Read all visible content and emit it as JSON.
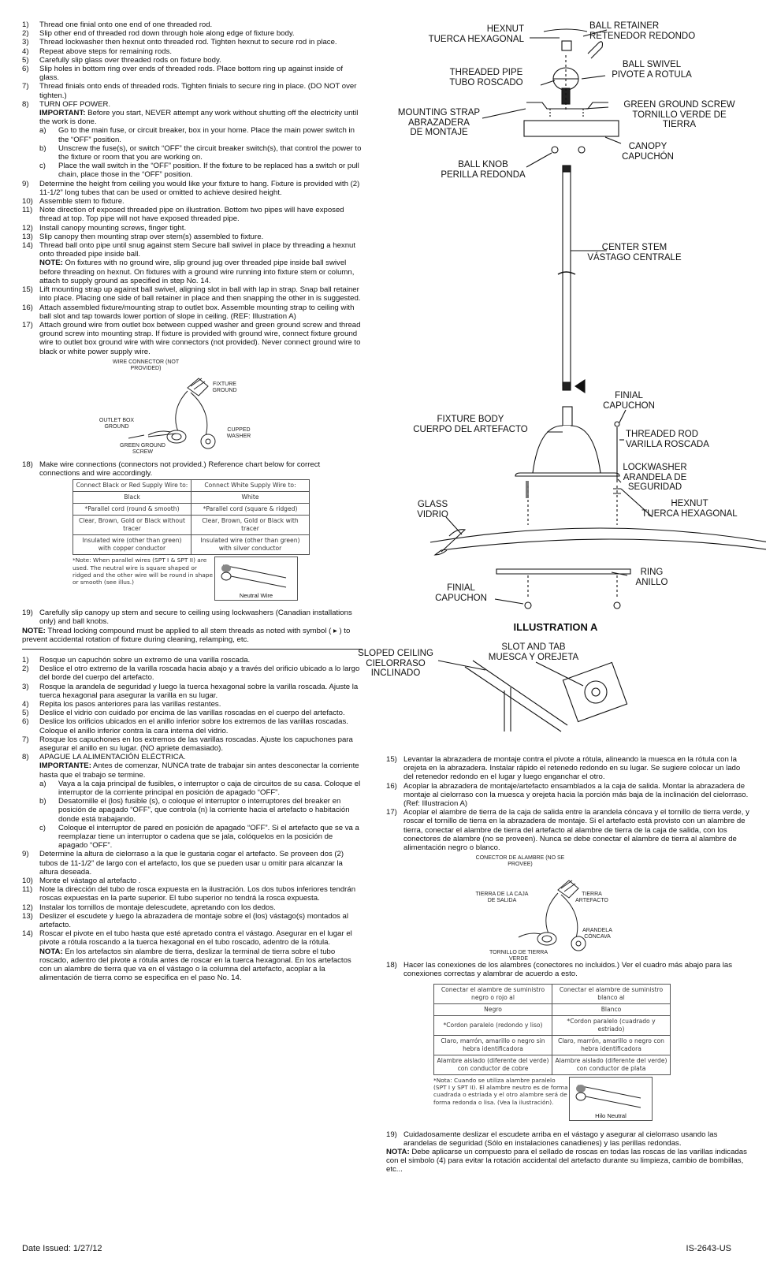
{
  "instructions_en": [
    {
      "n": "1)",
      "text": "Thread one finial onto one end of one threaded rod."
    },
    {
      "n": "2)",
      "text": "Slip other end of threaded rod down through hole along edge of fixture body."
    },
    {
      "n": "3)",
      "text": "Thread lockwasher then hexnut onto threaded rod. Tighten hexnut to secure rod in place."
    },
    {
      "n": "4)",
      "text": "Repeat above steps for remaining rods."
    },
    {
      "n": "5)",
      "text": "Carefully slip glass over threaded rods on fixture body."
    },
    {
      "n": "6)",
      "text": "Slip holes in bottom ring over ends of threaded rods. Place bottom ring up against inside of glass."
    },
    {
      "n": "7)",
      "text": "Thread finials onto ends of threaded rods. Tighten finials to secure ring in place. (DO NOT over tighten.)"
    },
    {
      "n": "8)",
      "text": "TURN OFF POWER.",
      "label": "IMPORTANT:",
      "note": " Before you start, NEVER attempt any work without shutting off the electricity until the work is done.",
      "sub": [
        {
          "n": "a)",
          "text": "Go to the main fuse, or circuit breaker, box in your home. Place the main power switch in the “OFF” position."
        },
        {
          "n": "b)",
          "text": "Unscrew the fuse(s), or switch “OFF” the circuit breaker switch(s), that control the power to the fixture or room that you are working on."
        },
        {
          "n": "c)",
          "text": "Place the wall switch in the “OFF” position. If the fixture to be replaced has a switch or pull chain, place those in the “OFF” position."
        }
      ]
    },
    {
      "n": "9)",
      "text": "Determine the height from ceiling you would like your fixture to hang. Fixture is provided with (2) 11-1/2” long tubes that can be used or omitted to achieve desired height."
    },
    {
      "n": "10)",
      "text": "Assemble stem to fixture."
    },
    {
      "n": "11)",
      "text": "Note direction of exposed threaded pipe on illustration. Bottom two pipes will have exposed thread at top. Top pipe will not have exposed threaded pipe."
    },
    {
      "n": "12)",
      "text": "Install canopy mounting screws, finger tight."
    },
    {
      "n": "13)",
      "text": "Slip canopy then mounting strap over stem(s) assembled to fixture."
    },
    {
      "n": "14)",
      "text": "Thread ball onto pipe until snug against stem Secure ball swivel in place by threading a hexnut onto threaded pipe inside ball.",
      "label": "NOTE:",
      "note": "  On fixtures with no ground wire, slip ground jug over threaded pipe inside ball swivel before threading on hexnut. On fixtures with a ground wire running into fixture stem or column, attach to supply ground as specified in step No. 14."
    },
    {
      "n": "15)",
      "text": "Lift mounting strap up against ball swivel, aligning slot in ball with lap in strap. Snap ball retainer into place. Placing one side of ball retainer in place and then snapping the other in is suggested."
    },
    {
      "n": "16)",
      "text": "Attach assembled fixture/mounting strap to outlet box. Assemble mounting strap to ceiling with ball slot and tap towards lower portion of slope in ceiling. (REF: Illustration A)"
    },
    {
      "n": "17)",
      "text": "Attach ground wire from outlet box between cupped washer and green ground screw and thread ground screw into mounting strap. If fixture is provided with ground wire, connect fixture ground wire to outlet box ground wire with wire connectors (not provided). Never connect ground wire to black or white power supply wire."
    }
  ],
  "wire_diagram_en": {
    "connector": "WIRE CONNECTOR (NOT PROVIDED)",
    "fixture_ground": "FIXTURE GROUND",
    "outlet_ground": "OUTLET BOX GROUND",
    "cupped_washer": "CUPPED WASHER",
    "green_screw": "GREEN GROUND SCREW"
  },
  "step18_en": {
    "n": "18)",
    "text": "Make wire connections (connectors not provided.) Reference chart below for correct connections and wire accordingly."
  },
  "table_en": {
    "rows": [
      [
        "Connect Black or Red Supply Wire to:",
        "Connect White Supply Wire to:"
      ],
      [
        "Black",
        "White"
      ],
      [
        "*Parallel cord (round & smooth)",
        "*Parallel cord (square & ridged)"
      ],
      [
        "Clear, Brown, Gold or Black without tracer",
        "Clear, Brown, Gold or Black with tracer"
      ],
      [
        "Insulated wire (other than green) with copper conductor",
        "Insulated wire (other than green) with silver conductor"
      ]
    ],
    "note": "*Note: When parallel wires (SPT I & SPT II) are used. The neutral wire is square shaped or ridged and the other wire will be round in shape or smooth (see illus.)",
    "neutral": "Neutral Wire"
  },
  "step19_en": {
    "n": "19)",
    "text": "Carefully slip canopy up stem and secure to ceiling using lockwashers (Canadian installations only) and ball knobs."
  },
  "note_en": {
    "label": "NOTE:",
    "text": " Thread locking compound must be applied to all stem threads as noted with symbol ( ▸ ) to prevent accidental rotation of fixture during cleaning, relamping, etc."
  },
  "instructions_es": [
    {
      "n": "1)",
      "text": "Rosque un capuchón sobre un extremo de una varilla roscada."
    },
    {
      "n": "2)",
      "text": "Deslice el otro extremo de la varilla roscada hacia abajo y a través del orificio ubicado a lo largo del borde del cuerpo del artefacto."
    },
    {
      "n": "3)",
      "text": "Rosque la arandela de seguridad y luego la tuerca hexagonal sobre la varilla roscada. Ajuste la tuerca hexagonal para asegurar la varilla en su lugar."
    },
    {
      "n": "4)",
      "text": "Repita los pasos anteriores para las varillas restantes."
    },
    {
      "n": "5)",
      "text": "Deslice el vidrio con cuidado por encima de las varillas roscadas en el cuerpo del artefacto."
    },
    {
      "n": "6)",
      "text": "Deslice los orificios ubicados en el anillo inferior sobre los extremos  de las varillas roscadas. Coloque el anillo inferior contra la cara interna del vidrio."
    },
    {
      "n": "7)",
      "text": "Rosque los capuchones en los extremos de las varillas roscadas. Ajuste los capuchones para asegurar el anillo en su lugar. (NO apriete demasiado)."
    },
    {
      "n": "8)",
      "text": "APAGUE LA ALIMENTACIÓN ELÉCTRICA.",
      "label": "IMPORTANTE:",
      "note": " Antes de comenzar, NUNCA trate de trabajar sin antes desconectar la corriente hasta que el trabajo se termine.",
      "sub": [
        {
          "n": "a)",
          "text": "Vaya a la caja principal de fusibles, o interruptor o caja de circuitos de su casa. Coloque el interruptor de la corriente principal en posición de apagado “OFF”."
        },
        {
          "n": "b)",
          "text": "Desatornille el (los) fusible (s), o coloque el interruptor o interruptores del breaker en posición de apagado “OFF”, que controla (n) la corriente hacia el artefacto o habitación donde está trabajando."
        },
        {
          "n": "c)",
          "text": "Coloque el interruptor de pared en posición de apagado “OFF”. Si el artefacto que se va a reemplazar tiene un interruptor o cadena que se jala, colóquelos en la posición de apagado “OFF”."
        }
      ]
    },
    {
      "n": "9)",
      "text": "Determine la altura de cielorraso a la que le gustaria cogar el artefacto. Se proveen dos (2) tubos de 11-1/2” de largo con el artefacto, los que se pueden usar u omitir para alcanzar la altura deseada."
    },
    {
      "n": "10)",
      "text": "Monte el vástago al artefacto ."
    },
    {
      "n": "11)",
      "text": "Note la dirección del tubo de rosca expuesta en la ilustración. Los dos tubos inferiores tendrán roscas expuestas en la parte superior. El tubo superior no tendrá la rosca expuesta."
    },
    {
      "n": "12)",
      "text": "Instalar los tornillos de montaje delescudete, apretando con los dedos."
    },
    {
      "n": "13)",
      "text": "Deslizer el escudete y luego la abrazadera de montaje sobre el (los) vástago(s) montados al artefacto."
    },
    {
      "n": "14)",
      "text": "Roscar el pivote en el tubo hasta que esté apretado contra el vástago. Asegurar en el lugar el pivote a rótula roscando a la tuerca hexagonal en el tubo roscado, adentro de la rótula.",
      "label": "NOTA:",
      "note": " En los artefactos sin alambre de tierra, deslizar la terminal de tierra sobre el tubo roscado, adentro del pivote a rótula antes de roscar en la tuerca hexagonal. En los artefactos con un alambre de tierra que va en el vástago o la columna del artefacto, acoplar a la alimentación de tierra como se especifica en el paso No. 14."
    }
  ],
  "instructions_es_right": [
    {
      "n": "15)",
      "text": "Levantar la abrazadera de montaje contra el pivote a rótula, alineando la muesca en la rótula con la orejeta en la abrazadera. Instalar rápido el retenedo redondo en su lugar. Se sugiere colocar un lado del retenedor redondo en el lugar y luego enganchar el otro."
    },
    {
      "n": "16)",
      "text": "Acoplar la abrazadera de montaje/artefacto ensamblados a la caja de salida. Montar la abrazadera de montaje al cielorraso con la muesca y orejeta hacia la porción más baja de la inclinación del cielorraso. (Ref: Illustracion A)"
    },
    {
      "n": "17)",
      "text": "Acoplar el alambre de tierra de la caja de salida entre la arandela cóncava y el tornillo de tierra verde, y roscar el tornillo de tierra en la abrazadera de montaje. Si el artefacto está provisto con un alambre de tierra, conectar el alambre de tierra del artefacto al alambre de tierra de la caja de salida, con los conectores de alambre (no se proveen). Nunca se debe conectar el alambre de tierra al alambre de alimentación negro o blanco."
    }
  ],
  "wire_diagram_es": {
    "connector": "CONECTOR DE ALAMBRE (NO SE PROVEE)",
    "outlet_ground": "TIERRA DE LA CAJA DE SALIDA",
    "fixture_ground": "TIERRA ARTEFACTO",
    "cupped_washer": "ARANDELA CÓNCAVA",
    "green_screw": "TORNILLO DE TIERRA VERDE"
  },
  "step18_es": {
    "n": "18)",
    "text": "Hacer las conexiones de los alambres (conectores no incluidos.) Ver el cuadro más abajo para las conexiones correctas y alambrar de acuerdo a esto."
  },
  "table_es": {
    "rows": [
      [
        "Conectar el alambre de suministro negro o rojo al",
        "Conectar el alambre de suministro blanco al"
      ],
      [
        "Negro",
        "Blanco"
      ],
      [
        "*Cordon paralelo (redondo y liso)",
        "*Cordon paralelo (cuadrado y estriado)"
      ],
      [
        "Claro, marrón, amarillo o negro sin hebra identificadora",
        "Claro, marrón, amarillo o negro con hebra identificadora"
      ],
      [
        "Alambre aislado (diferente del verde) con conductor de cobre",
        "Alambre aislado (diferente del verde) con conductor de plata"
      ]
    ],
    "note": "*Nota: Cuando se utiliza alambre paralelo (SPT I y SPT II). El alambre neutro es de forma cuadrada o estriada y el otro alambre será de forma redonda o lisa. (Vea la ilustración).",
    "neutral": "Hilo Neutral"
  },
  "step19_es": {
    "n": "19)",
    "text": "Cuidadosamente deslizar el escudete arriba en el vástago y asegurar al cielorraso usando las arandelas de seguridad (Sólo en instalaciones canadienes) y las perillas redondas."
  },
  "note_es": {
    "label": "NOTA:",
    "text": " Debe aplicarse un compuesto para el sellado de roscas en todas las roscas de las varillas indicadas con el simbolo (4) para evitar la rotación accidental del artefacto durante su limpieza, cambio de bombillas, etc..."
  },
  "diagram_labels": {
    "hexnut_top": "HEXNUT\nTUERCA HEXAGONAL",
    "ball_retainer": "BALL RETAINER\nRETENEDOR REDONDO",
    "threaded_pipe": "THREADED PIPE\nTUBO ROSCADO",
    "ball_swivel": "BALL SWIVEL\nPIVOTE A ROTULA",
    "mounting_strap": "MOUNTING STRAP\nABRAZADERA\nDE MONTAJE",
    "green_ground": "GREEN GROUND SCREW\nTORNILLO VERDE DE\nTIERRA",
    "canopy": "CANOPY\nCAPUCHÓN",
    "ball_knob": "BALL KNOB\nPERILLA REDONDA",
    "center_stem": "CENTER STEM\nVÁSTAGO CENTRALE",
    "finial_top": "FINIAL\nCAPUCHON",
    "fixture_body": "FIXTURE BODY\nCUERPO DEL ARTEFACTO",
    "threaded_rod": "THREADED ROD\nVARILLA ROSCADA",
    "lockwasher": "LOCKWASHER\nARANDELA DE\nSEGURIDAD",
    "hexnut_bottom": "HEXNUT\nTUERCA HEXAGONAL",
    "glass": "GLASS\nVIDRIO",
    "ring": "RING\nANILLO",
    "finial_bottom": "FINIAL\nCAPUCHON",
    "illustration_title": "ILLUSTRATION A",
    "sloped_ceiling": "SLOPED CEILING\nCIELORRASO\nINCLINADO",
    "slot_tab": "SLOT AND TAB\nMUESCA Y OREJETA"
  },
  "footer": {
    "date": "Date Issued: 1/27/12",
    "code": "IS-2643-US"
  }
}
